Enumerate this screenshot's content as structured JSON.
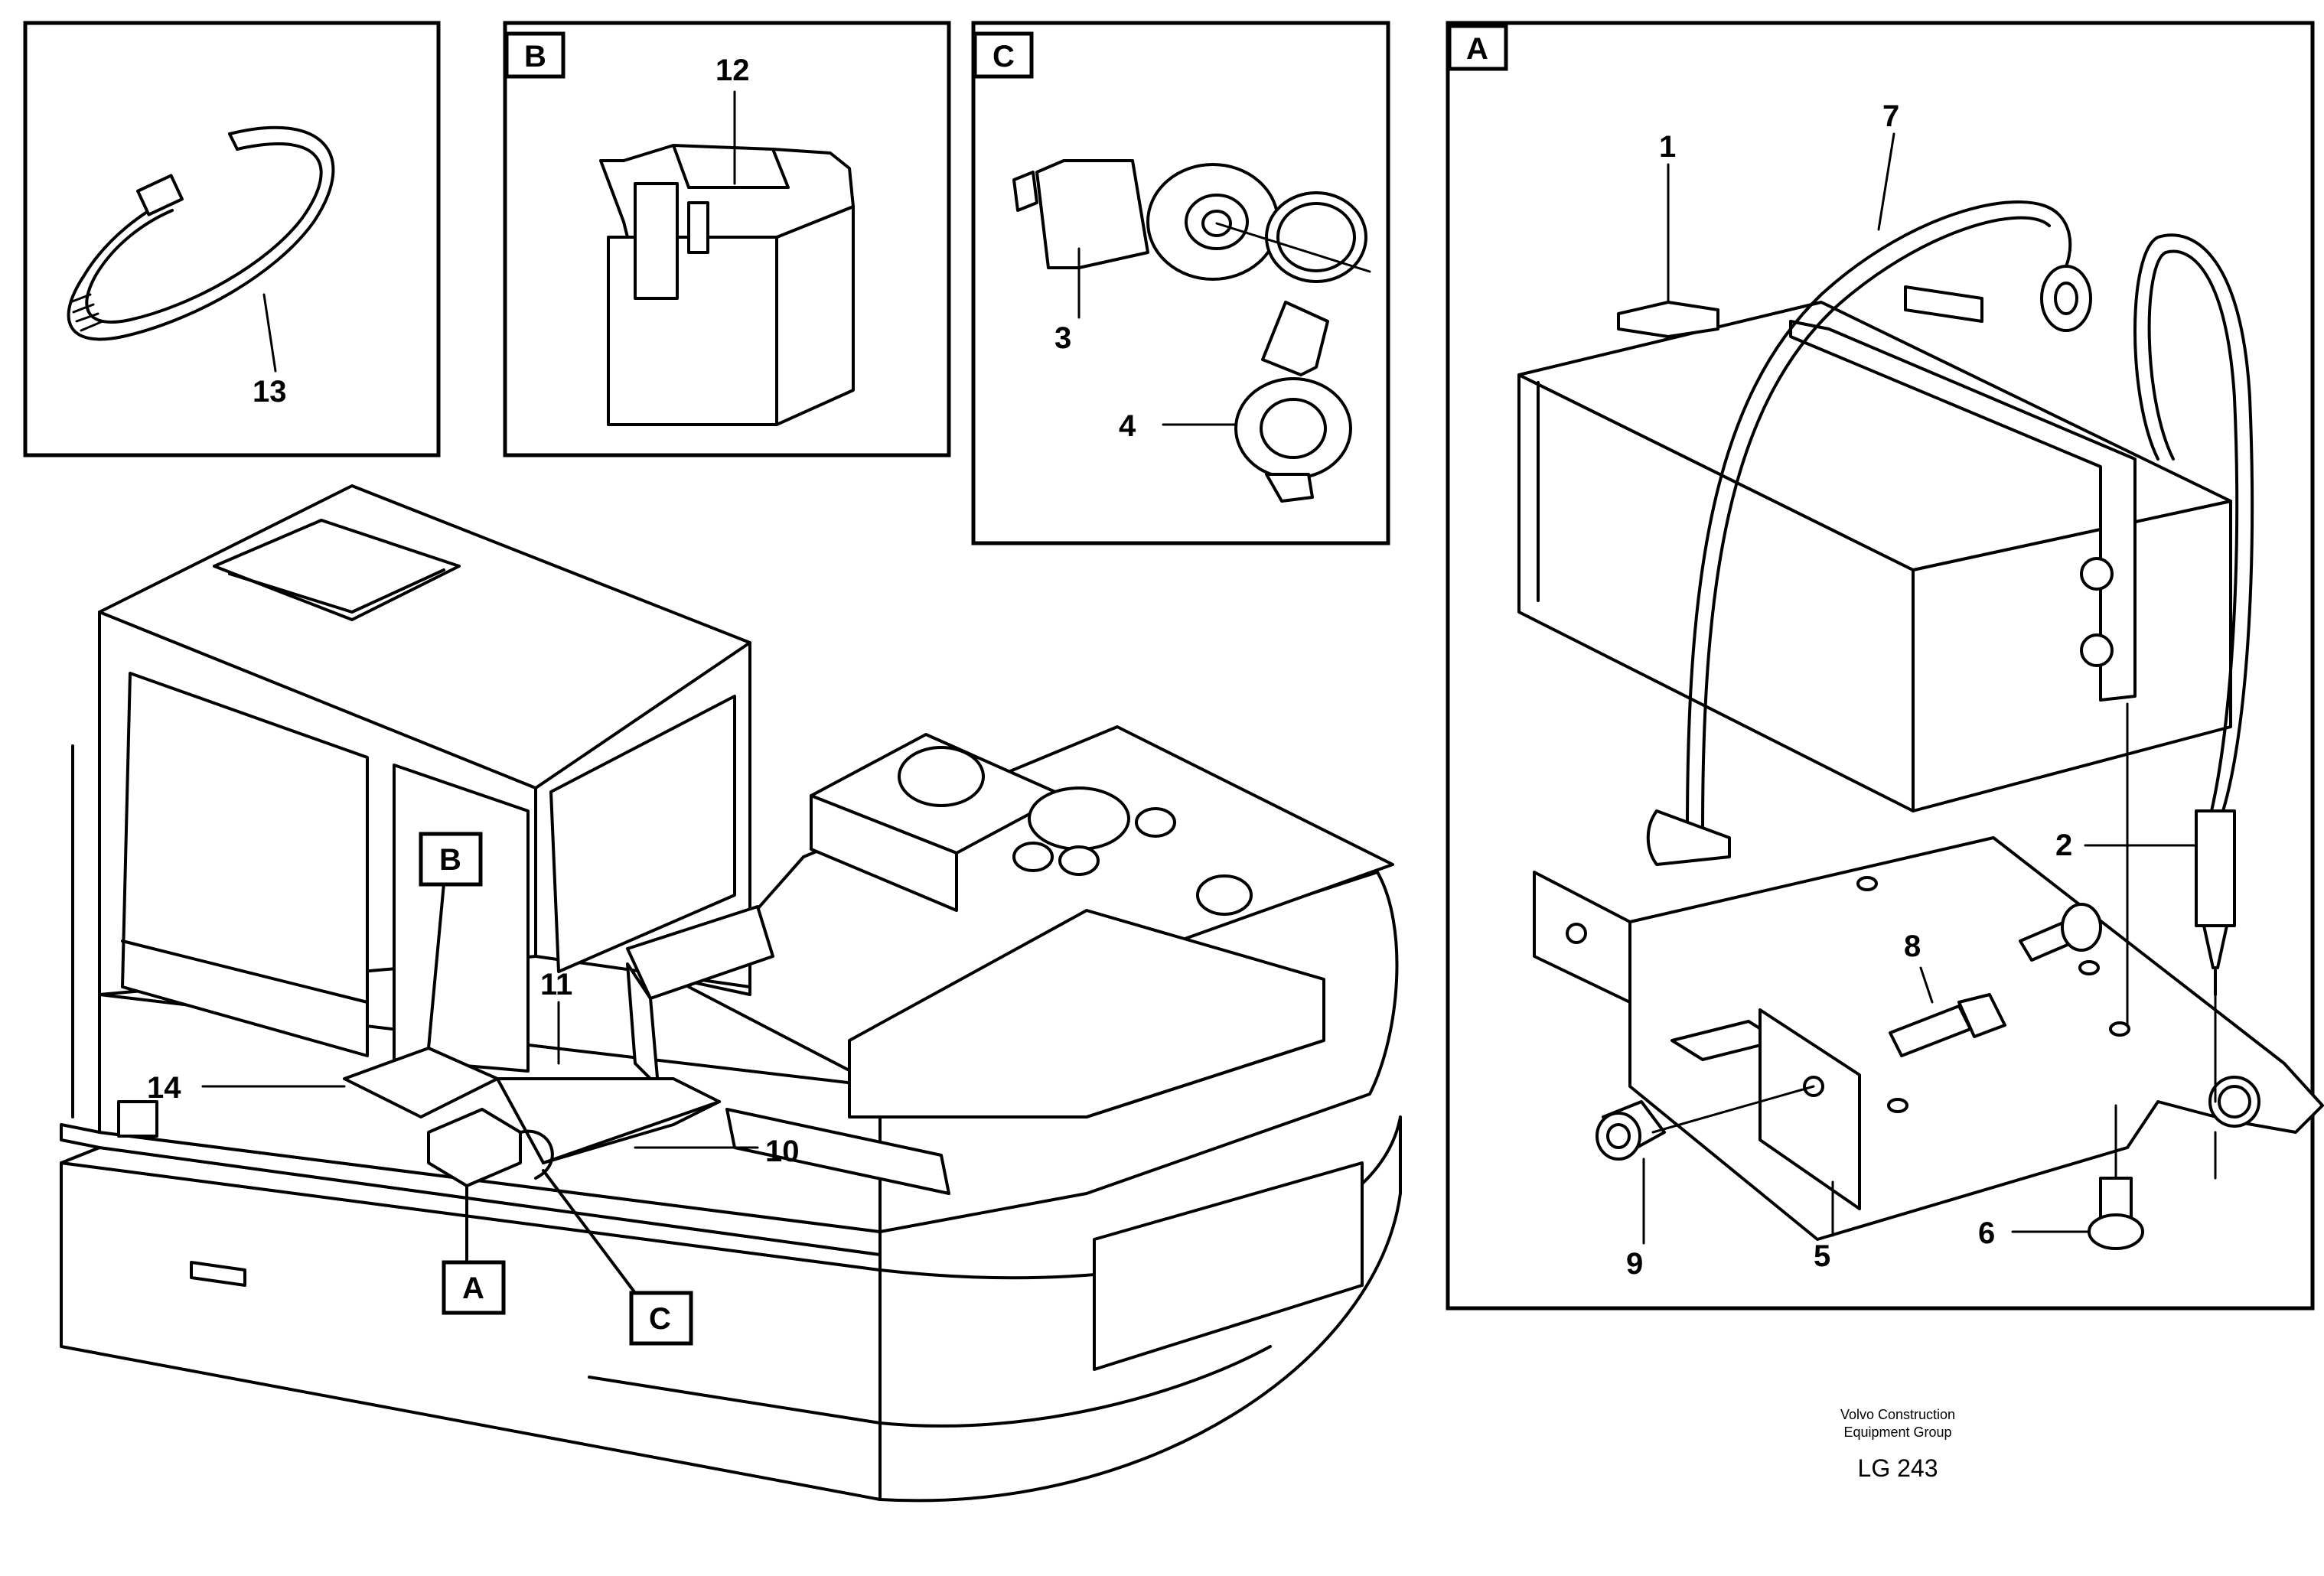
{
  "callouts": {
    "n1": "1",
    "n2": "2",
    "n3": "3",
    "n4": "4",
    "n5": "5",
    "n6": "6",
    "n7": "7",
    "n8": "8",
    "n9": "9",
    "n10": "10",
    "n11": "11",
    "n12": "12",
    "n13": "13",
    "n14": "14"
  },
  "view_tags": {
    "a": "A",
    "b": "B",
    "c": "C"
  },
  "footer": {
    "company_line1": "Volvo Construction",
    "company_line2": "Equipment Group",
    "drawing_code": "LG 243"
  }
}
